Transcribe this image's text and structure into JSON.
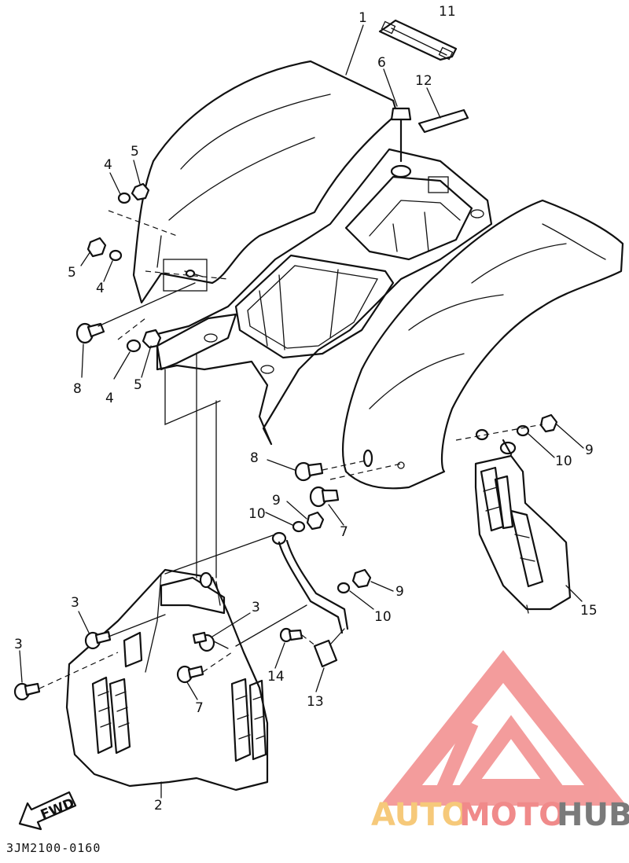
{
  "diagram": {
    "callouts": [
      {
        "id": "c1",
        "text": "1"
      },
      {
        "id": "c2",
        "text": "2"
      },
      {
        "id": "c3a",
        "text": "3"
      },
      {
        "id": "c3b",
        "text": "3"
      },
      {
        "id": "c3c",
        "text": "3"
      },
      {
        "id": "c4a",
        "text": "4"
      },
      {
        "id": "c4b",
        "text": "4"
      },
      {
        "id": "c4c",
        "text": "4"
      },
      {
        "id": "c5a",
        "text": "5"
      },
      {
        "id": "c5b",
        "text": "5"
      },
      {
        "id": "c5c",
        "text": "5"
      },
      {
        "id": "c6",
        "text": "6"
      },
      {
        "id": "c7a",
        "text": "7"
      },
      {
        "id": "c7b",
        "text": "7"
      },
      {
        "id": "c8a",
        "text": "8"
      },
      {
        "id": "c8b",
        "text": "8"
      },
      {
        "id": "c9a",
        "text": "9"
      },
      {
        "id": "c9b",
        "text": "9"
      },
      {
        "id": "c9c",
        "text": "9"
      },
      {
        "id": "c10a",
        "text": "10"
      },
      {
        "id": "c10b",
        "text": "10"
      },
      {
        "id": "c10c",
        "text": "10"
      },
      {
        "id": "c11",
        "text": "11"
      },
      {
        "id": "c12",
        "text": "12"
      },
      {
        "id": "c13",
        "text": "13"
      },
      {
        "id": "c14",
        "text": "14"
      },
      {
        "id": "c15",
        "text": "15"
      }
    ],
    "fwd_label": "FWD",
    "diagram_code": "3JM2100-0160"
  },
  "watermark": {
    "part1": "AUTO",
    "part2": "MOTO",
    "part3": "HUB",
    "color_part1": "#f6c97a",
    "color_part2": "#f08a8a",
    "color_part3": "#7a7a7a",
    "logo_color": "#f28b8b"
  }
}
